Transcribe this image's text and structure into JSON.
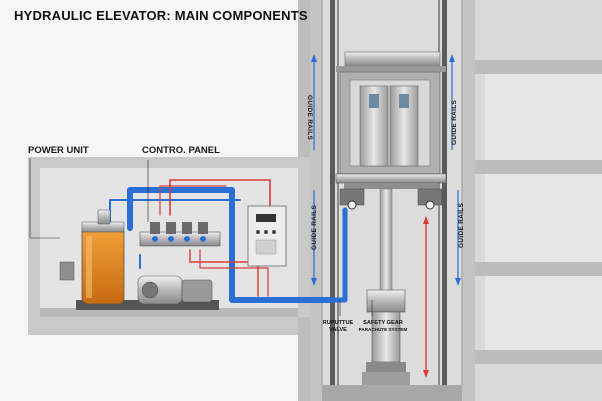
{
  "title": "HYDRAULIC ELEVATOR: MAIN COMPONENTS",
  "labels": {
    "power_unit": "POWER UNIT",
    "control_panel": "CONTRO. PANEL",
    "rupture_valve_line1": "RUPUTTUE",
    "rupture_valve_line2": "VALVE",
    "safety_gear_line1": "SAFETY GEAR",
    "safety_gear_line2": "PARACHUTE SYSTEM",
    "guide_rails_upper": "GUIDE RAILS",
    "guide_rails_upper_mirrored": "GUIDE RAILS",
    "guide_rails_right_upper": "GUIDE RAILS",
    "guide_rails_left_lower": "GUIDE RAILS",
    "guide_rails_right_lower": "GUIDE RAILS"
  },
  "colors": {
    "pipe_blue": "#2a6fd6",
    "pipe_red": "#d93a3a",
    "oil": "#e08a1e",
    "concrete": "#c9c9c9",
    "concrete_dark": "#a9a9a9"
  }
}
